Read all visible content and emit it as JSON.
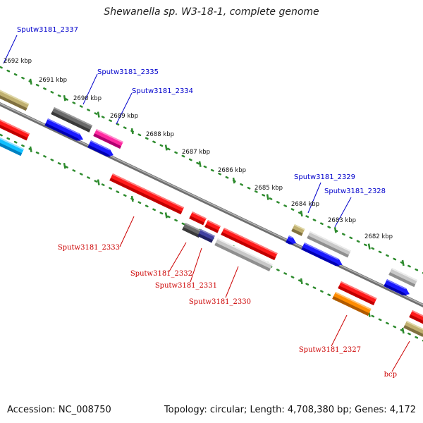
{
  "title": "Shewanella sp. W3-18-1, complete genome",
  "footer": {
    "accession": "Accession: NC_008750",
    "summary": "Topology: circular; Length: 4,708,380 bp; Genes: 4,172"
  },
  "scale_labels": [
    "2692 kbp",
    "2691 kbp",
    "2690 kbp",
    "2689 kbp",
    "2688 kbp",
    "2687 kbp",
    "2686 kbp",
    "2685 kbp",
    "2684 kbp",
    "2683 kbp",
    "2682 kbp"
  ],
  "forward_gene_labels": [
    "Sputw3181_2337",
    "Sputw3181_2335",
    "Sputw3181_2334",
    "Sputw3181_2329",
    "Sputw3181_2328"
  ],
  "reverse_gene_labels": [
    "Sputw3181_2333",
    "Sputw3181_2332",
    "Sputw3181_2331",
    "Sputw3181_2330",
    "Sputw3181_2327",
    "bcp"
  ],
  "colors": {
    "forward_label": "#0000cc",
    "reverse_label": "#cc0000",
    "scale_dots": "#2e8b2e",
    "backbone": "#808080"
  }
}
